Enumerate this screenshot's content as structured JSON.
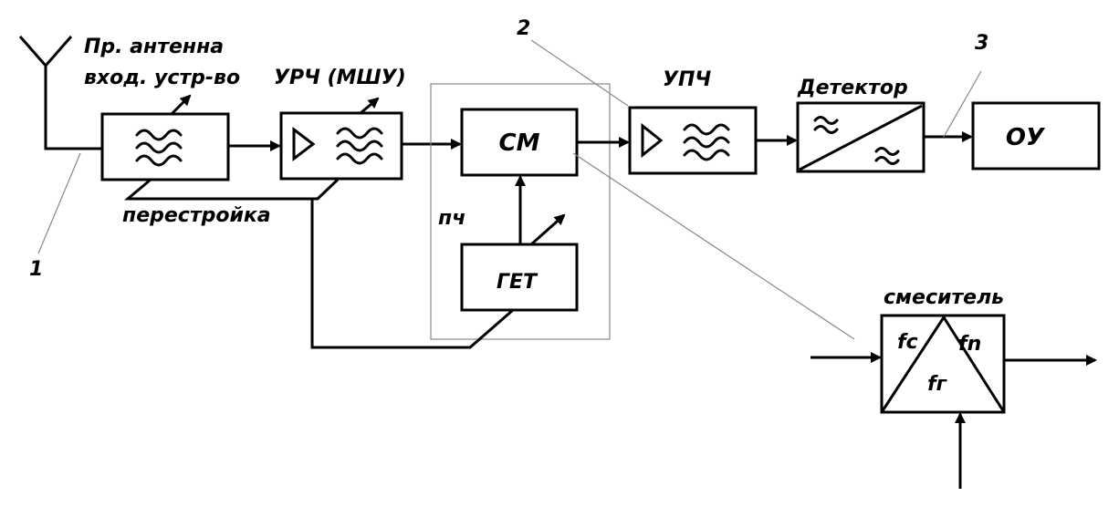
{
  "labels": {
    "antenna_line1": "Пр. антенна",
    "antenna_line2": "вход. устр-во",
    "urch": "УРЧ (МШУ)",
    "upch": "УПЧ",
    "detector": "Детектор",
    "sm": "СМ",
    "get": "ГЕТ",
    "ou": "ОУ",
    "pch": "пч",
    "perestroika": "перестройка",
    "mixer_title": "смеситель",
    "fc": "fc",
    "fn": "fn",
    "fg": "fг",
    "num1": "1",
    "num2": "2",
    "num3": "3"
  }
}
